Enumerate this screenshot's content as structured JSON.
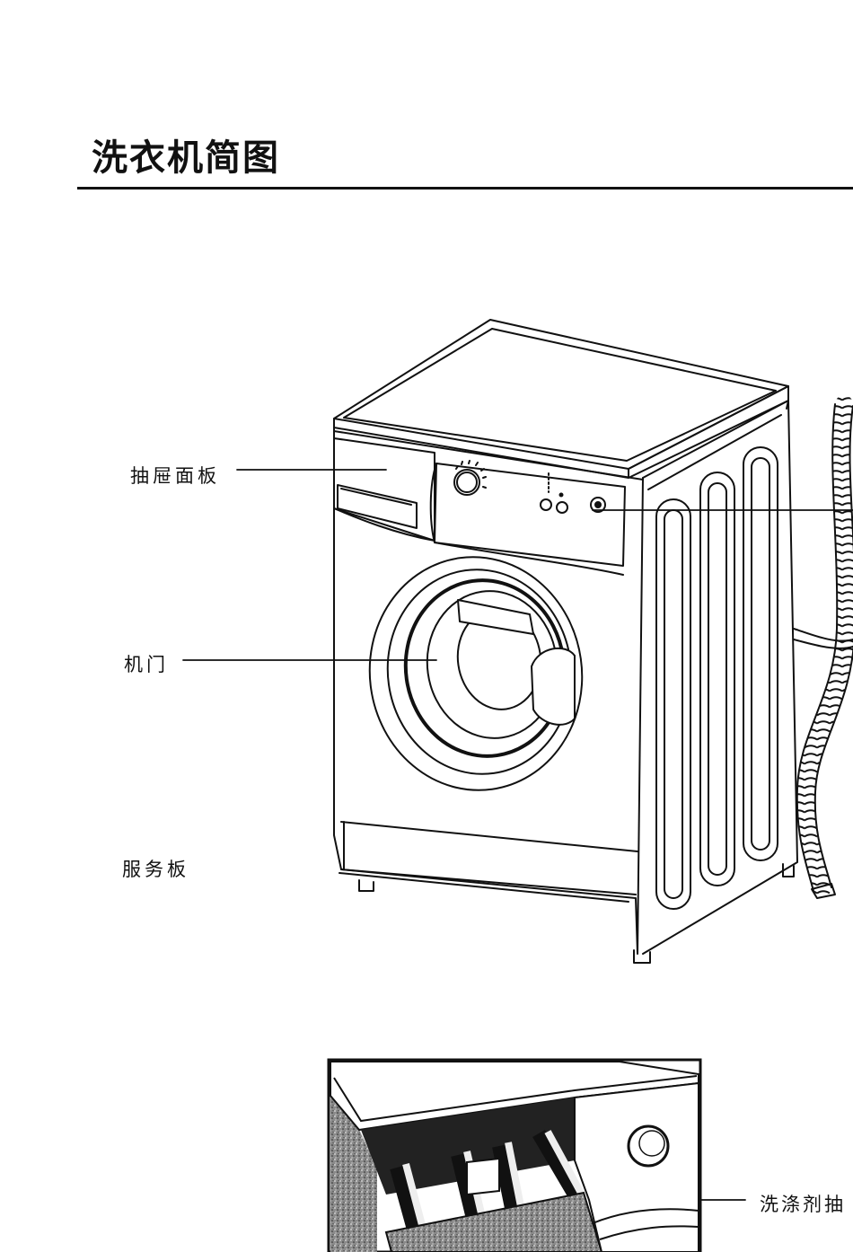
{
  "page": {
    "title": "洗衣机简图"
  },
  "callouts": {
    "drawer_panel": "抽屉面板",
    "door": "机门",
    "service_panel": "服务板",
    "detergent_drawer": "洗涤剂抽"
  }
}
